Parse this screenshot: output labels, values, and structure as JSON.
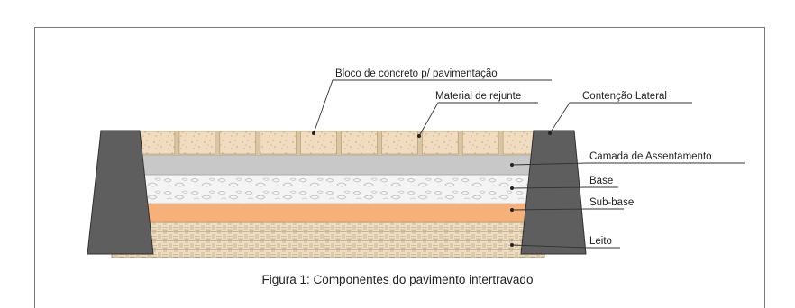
{
  "diagram": {
    "labels": {
      "bloco": "Bloco de concreto p/ pavimentação",
      "rejunte": "Material de rejunte",
      "contencao": "Contenção Lateral",
      "assentamento": "Camada de Assentamento",
      "base": "Base",
      "subbase": "Sub-base",
      "leito": "Leito"
    },
    "caption": "Figura 1: Componentes do pavimento intertravado",
    "colors": {
      "blocks": "#f0dcc0",
      "assentamento": "#c8c8c8",
      "base": "#f2f2f2",
      "subbase": "#f6b07a",
      "leito": "#eedfc4",
      "contencao": "#5e5e5e"
    }
  }
}
